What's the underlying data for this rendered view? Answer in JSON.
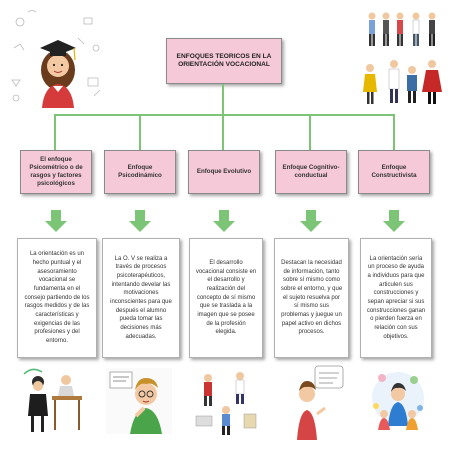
{
  "root": {
    "title": "ENFOQUES TEORICOS EN LA\nORIENTACIÓN VOCACIONAL"
  },
  "approaches": [
    {
      "title": "El enfoque Psicométrico o de rasgos y factores psicológicos",
      "description": "La orientación es un hecho puntual y el asesoramiento vocacional se fundamenta en el consejo partiendo de los rasgos medidos y de las características y exigencias de las profesiones y del entorno."
    },
    {
      "title": "Enfoque Psicodinámico",
      "description": "La O. V se realiza a través de procesos psicoterapéuticos, intentando develar las motivaciones inconscientes para que después el alumno pueda tomar las decisiones más adecuadas."
    },
    {
      "title": "Enfoque Evolutivo",
      "description": "El desarrollo vocacional consiste en el desarrollo y realización del concepto de sí mismo que se traslada a la imagen que se posee de la profesión elegida."
    },
    {
      "title": "Enfoque Cognitivo-conductual",
      "description": "Destacan la necesidad de información, tanto sobre sí mismo como sobre el entorno, y que el sujeto resuelva por sí mismo sus problemas y juegue un papel activo en dichos procesos."
    },
    {
      "title": "Enfoque Constructivista",
      "description": "La orientación sería un proceso de ayuda a individuos para que articulen sus construcciones y sepan apreciar si sus construcciones ganan o pierden fuerza en relación con sus objetivos."
    }
  ],
  "colors": {
    "box_fill": "#f6c9d9",
    "connector": "#7cc576",
    "arrow": "#7cc576"
  }
}
